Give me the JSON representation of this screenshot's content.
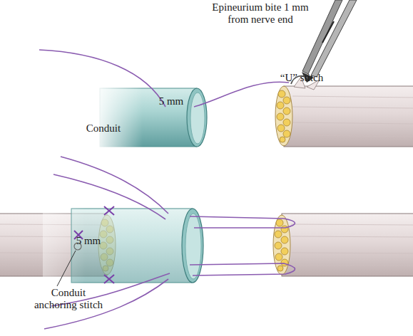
{
  "diagram": {
    "labels": [
      "Epineurium bite 1 mm from nerve end",
      "Conduit",
      "5 mm",
      "“U” stitch",
      "5 mm",
      "Conduit anchoring stitch"
    ]
  }
}
